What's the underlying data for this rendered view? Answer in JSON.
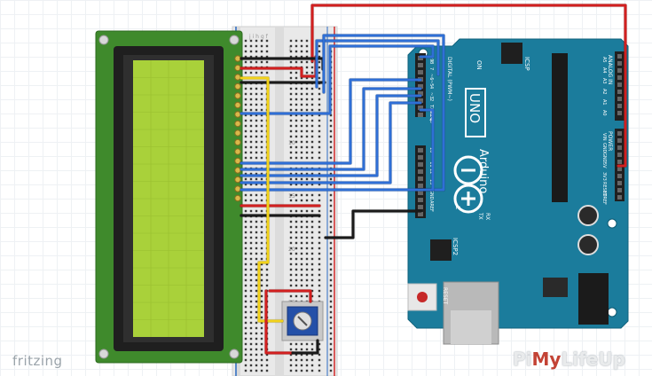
{
  "branding": {
    "tool": "fritzing",
    "watermark_parts": [
      "Pi",
      "My",
      "LifeUp"
    ]
  },
  "arduino": {
    "model": "UNO",
    "brand": "Arduino",
    "digital_label": "DIGITAL (PWM~)",
    "on_label": "ON",
    "icsp_label": "ICSP",
    "icsp2_label": "ICSP2",
    "analog_label": "ANALOG IN",
    "power_label": "POWER",
    "tx_label": "TX",
    "rx_label": "RX",
    "l_label": "L",
    "reset_label": "RESET",
    "top_pin_labels": [
      "~9",
      "8",
      "7",
      "~6",
      "~5",
      "4",
      "~3",
      "2",
      "TX▶1",
      "RX◀0"
    ],
    "mid_pin_labels": [
      "10",
      "~11",
      "12",
      "13",
      "GND",
      "AREF"
    ],
    "analog_pins": [
      "A5",
      "A4",
      "A3",
      "A2",
      "A1",
      "A0"
    ],
    "power_pins": [
      "VIN",
      "GND",
      "GND",
      "5V",
      "3V3",
      "RESET",
      "IOREF"
    ]
  },
  "breadboard": {
    "row_labels": [
      "1",
      "10",
      "15",
      "20",
      "25"
    ],
    "col_letters": "j i h g f"
  },
  "colors": {
    "red_wire": "#d21f1f",
    "blue_wire": "#2f6fd6",
    "black_wire": "#1a1a1a",
    "yellow_wire": "#f2d21a",
    "lcd_pcb": "#3f8a2c",
    "lcd_screen": "#a9d13a",
    "arduino_board": "#1b7c9c"
  }
}
